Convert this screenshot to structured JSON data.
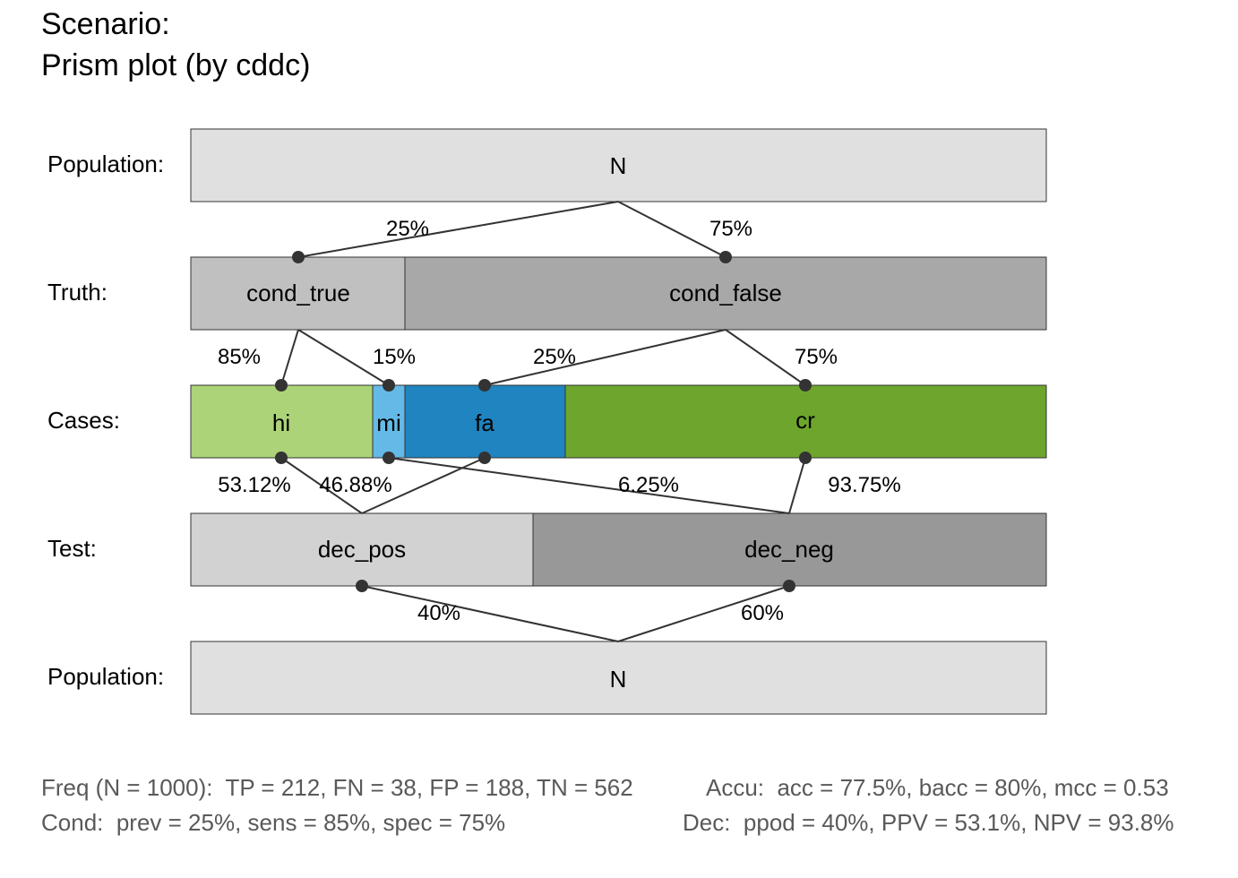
{
  "title": {
    "line1": "Scenario:",
    "line2": "Prism plot (by cddc)"
  },
  "rows": {
    "population_top": "Population:",
    "truth": "Truth:",
    "cases": "Cases:",
    "test": "Test:",
    "population_bottom": "Population:"
  },
  "boxes": {
    "n_top": "N",
    "cond_true": "cond_true",
    "cond_false": "cond_false",
    "hi": "hi",
    "mi": "mi",
    "fa": "fa",
    "cr": "cr",
    "dec_pos": "dec_pos",
    "dec_neg": "dec_neg",
    "n_bottom": "N"
  },
  "links": {
    "prev": "25%",
    "prev_c": "75%",
    "sens": "85%",
    "mirate": "15%",
    "farate": "25%",
    "spec": "75%",
    "ppv": "53.12%",
    "fdr": "46.88%",
    "for": "6.25%",
    "npv": "93.75%",
    "ppod": "40%",
    "ppod_c": "60%"
  },
  "colors": {
    "n": "#e0e0e0",
    "cond_true": "#c0c0c0",
    "cond_false": "#a8a8a8",
    "hi": "#acd377",
    "mi": "#64b9e6",
    "fa": "#1f84bf",
    "cr": "#6ea62d",
    "dec_pos": "#d2d2d2",
    "dec_neg": "#989898",
    "line": "#333333"
  },
  "footer": {
    "freq": "Freq (N = 1000):  TP = 212, FN = 38, FP = 188, TN = 562",
    "accu": "Accu:  acc = 77.5%, bacc = 80%, mcc = 0.53",
    "cond": "Cond:  prev = 25%, sens = 85%, spec = 75%",
    "dec": "Dec:  ppod = 40%, PPV = 53.1%, NPV = 93.8%"
  }
}
